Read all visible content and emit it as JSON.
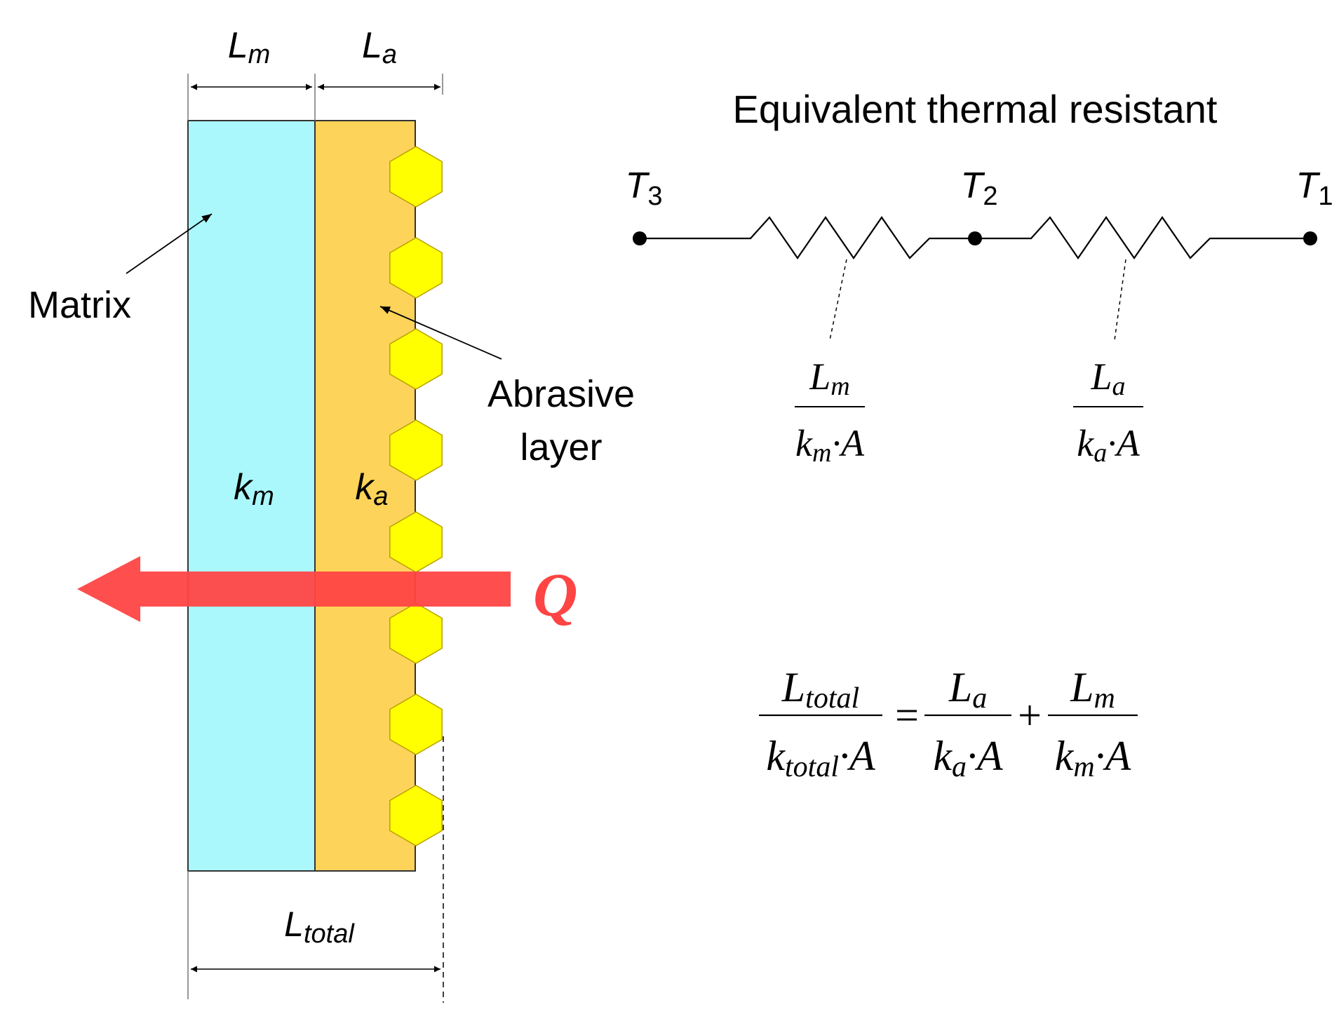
{
  "dimensions": {
    "L_m": "L",
    "L_m_sub": "m",
    "L_a": "L",
    "L_a_sub": "a",
    "L_total": "L",
    "L_total_sub": "total"
  },
  "layers": {
    "matrix_label": "Matrix",
    "matrix_k": "k",
    "matrix_k_sub": "m",
    "abrasive_label_line1": "Abrasive",
    "abrasive_label_line2": "layer",
    "abrasive_k": "k",
    "abrasive_k_sub": "a",
    "matrix_color": "#aaf8fb",
    "abrasive_color": "#fdd35a",
    "grain_color": "#ffff00"
  },
  "heat_flow": {
    "label": "Q",
    "color": "#ff4444"
  },
  "circuit": {
    "title": "Equivalent thermal resistant",
    "nodes": [
      {
        "symbol": "T",
        "sub": "3"
      },
      {
        "symbol": "T",
        "sub": "2"
      },
      {
        "symbol": "T",
        "sub": "1"
      }
    ],
    "resistors": [
      {
        "num": "L",
        "num_sub": "m",
        "den_k": "k",
        "den_sub": "m",
        "den_rest": "·A"
      },
      {
        "num": "L",
        "num_sub": "a",
        "den_k": "k",
        "den_sub": "a",
        "den_rest": "·A"
      }
    ]
  },
  "equation": {
    "lhs": {
      "num": "L",
      "num_sub": "total",
      "den_k": "k",
      "den_sub": "total",
      "den_rest": "·A"
    },
    "equals": "=",
    "term1": {
      "num": "L",
      "num_sub": "a",
      "den_k": "k",
      "den_sub": "a",
      "den_rest": "·A"
    },
    "plus": "+",
    "term2": {
      "num": "L",
      "num_sub": "m",
      "den_k": "k",
      "den_sub": "m",
      "den_rest": "·A"
    }
  }
}
